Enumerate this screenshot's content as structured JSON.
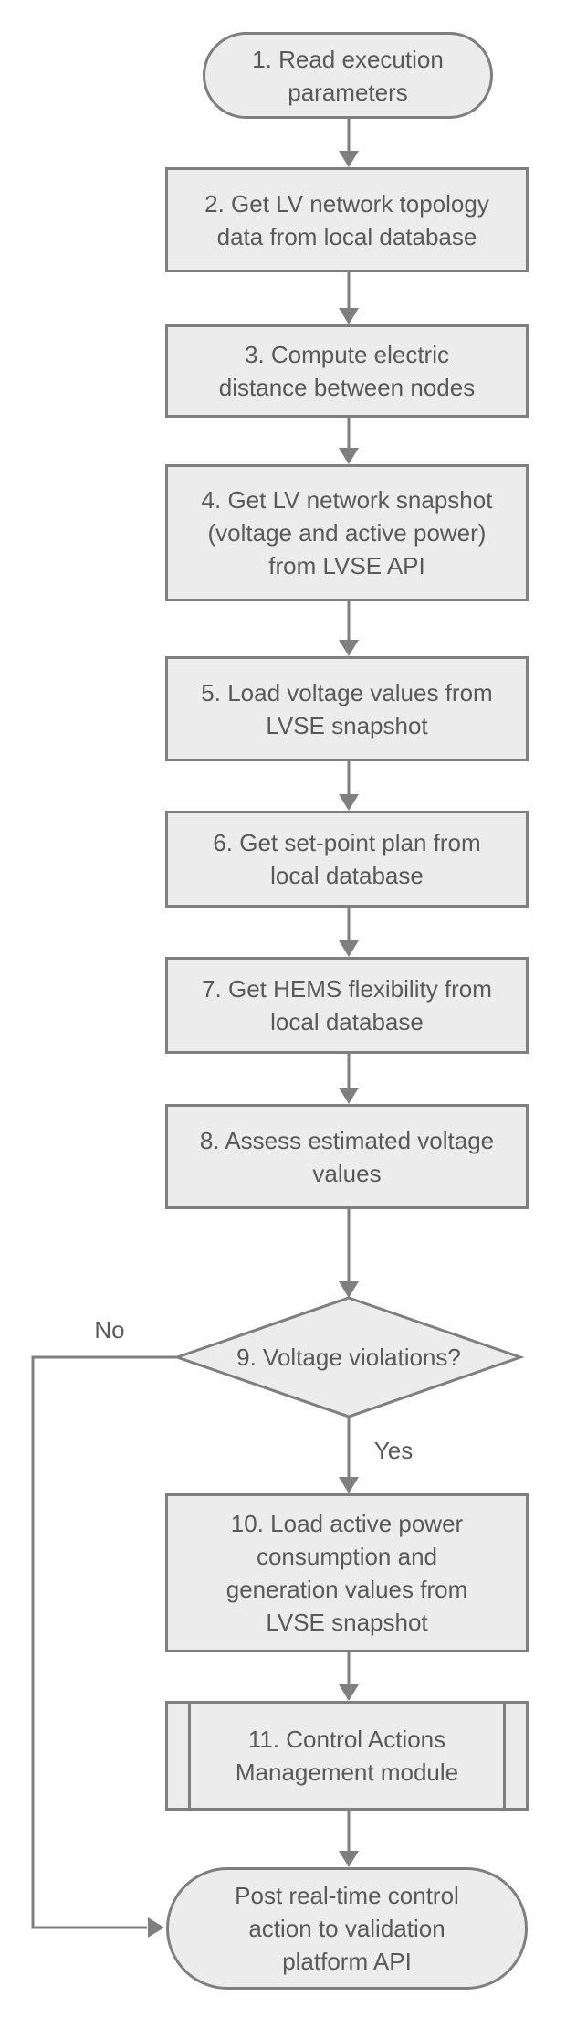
{
  "diagram": {
    "type": "flowchart",
    "background": "#ffffff",
    "colors": {
      "node_fill": "#ececec",
      "node_border": "#7f7f7f",
      "connector": "#7f7f7f",
      "text": "#595959"
    },
    "nodes": [
      {
        "id": "1",
        "shape": "terminator",
        "label": "1. Read execution\nparameters"
      },
      {
        "id": "2",
        "shape": "process",
        "label": "2. Get LV network topology\ndata from local database"
      },
      {
        "id": "3",
        "shape": "process",
        "label": "3. Compute electric\ndistance between nodes"
      },
      {
        "id": "4",
        "shape": "process",
        "label": "4. Get LV network snapshot\n(voltage and active power)\nfrom LVSE API"
      },
      {
        "id": "5",
        "shape": "process",
        "label": "5. Load voltage values from\nLVSE snapshot"
      },
      {
        "id": "6",
        "shape": "process",
        "label": "6. Get set-point plan from\nlocal database"
      },
      {
        "id": "7",
        "shape": "process",
        "label": "7. Get HEMS flexibility from\nlocal database"
      },
      {
        "id": "8",
        "shape": "process",
        "label": "8. Assess estimated voltage\nvalues"
      },
      {
        "id": "9",
        "shape": "decision",
        "label": "9. Voltage violations?"
      },
      {
        "id": "10",
        "shape": "process",
        "label": "10. Load active power\nconsumption and\ngeneration values from\nLVSE snapshot"
      },
      {
        "id": "11",
        "shape": "predefined-process",
        "label": "11. Control Actions\nManagement module"
      },
      {
        "id": "12",
        "shape": "terminator",
        "label": "Post real-time control\naction to validation\nplatform API"
      }
    ],
    "edges": [
      {
        "from": "1",
        "to": "2",
        "label": ""
      },
      {
        "from": "2",
        "to": "3",
        "label": ""
      },
      {
        "from": "3",
        "to": "4",
        "label": ""
      },
      {
        "from": "4",
        "to": "5",
        "label": ""
      },
      {
        "from": "5",
        "to": "6",
        "label": ""
      },
      {
        "from": "6",
        "to": "7",
        "label": ""
      },
      {
        "from": "7",
        "to": "8",
        "label": ""
      },
      {
        "from": "8",
        "to": "9",
        "label": ""
      },
      {
        "from": "9",
        "to": "10",
        "label": "Yes"
      },
      {
        "from": "10",
        "to": "11",
        "label": ""
      },
      {
        "from": "11",
        "to": "12",
        "label": ""
      },
      {
        "from": "9",
        "to": "12",
        "label": "No"
      }
    ]
  }
}
